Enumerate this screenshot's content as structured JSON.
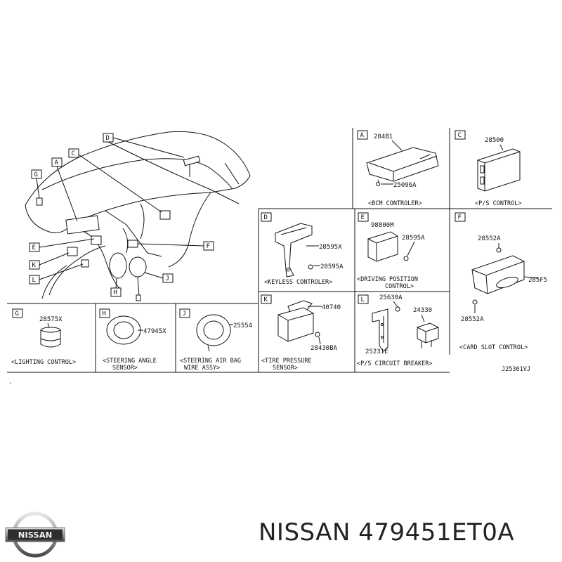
{
  "sections": {
    "A": {
      "letter": "A",
      "parts": [
        "284B1",
        "25096A"
      ],
      "caption": "<BCM CONTROLER>"
    },
    "C": {
      "letter": "C",
      "parts": [
        "28500"
      ],
      "caption": "<P/S CONTROL>"
    },
    "D": {
      "letter": "D",
      "parts": [
        "28595X",
        "28595A"
      ],
      "caption": "<KEYLESS CONTROLER>"
    },
    "E": {
      "letter": "E",
      "parts": [
        "98800M",
        "28595A"
      ],
      "caption1": "<DRIVING POSITION",
      "caption2": "CONTROL>"
    },
    "F": {
      "letter": "F",
      "parts": [
        "28552A",
        "285F5",
        "28552A"
      ],
      "caption": "<CARD SLOT CONTROL>"
    },
    "G": {
      "letter": "G",
      "parts": [
        "28575X"
      ],
      "caption": "<LIGHTING CONTROL>"
    },
    "H": {
      "letter": "H",
      "parts": [
        "47945X"
      ],
      "caption1": "<STEERING ANGLE",
      "caption2": "SENSOR>"
    },
    "J": {
      "letter": "J",
      "parts": [
        "25554"
      ],
      "caption1": "<STEERING AIR BAG",
      "caption2": "WIRE ASSY>"
    },
    "K": {
      "letter": "K",
      "parts": [
        "40740",
        "28430BA"
      ],
      "caption1": "<TIRE PRESSURE",
      "caption2": "SENSOR>"
    },
    "L": {
      "letter": "L",
      "parts": [
        "25630A",
        "24330",
        "25231E"
      ],
      "caption": "<P/S CIRCUIT BREAKER>"
    }
  },
  "overview_letters": [
    "D",
    "C",
    "A",
    "G",
    "E",
    "F",
    "K",
    "L",
    "H",
    "J"
  ],
  "drawing_code": "J25301VJ",
  "brand": {
    "logo_text": "NISSAN",
    "part_title": "NISSAN 479451ET0A"
  }
}
